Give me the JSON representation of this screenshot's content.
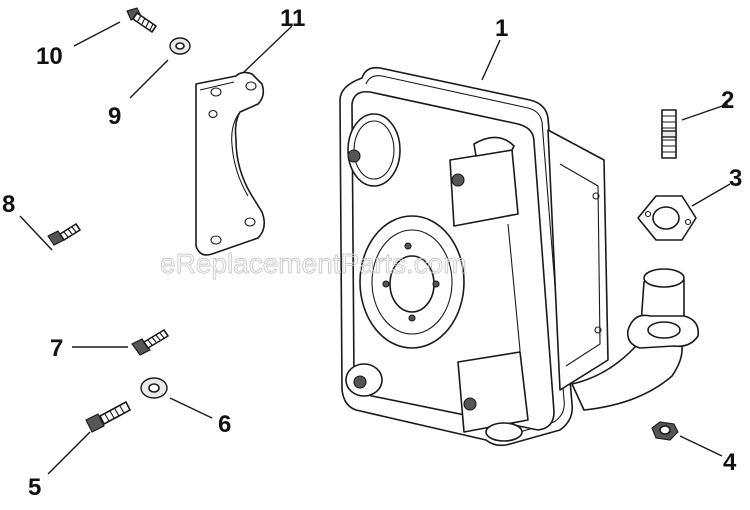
{
  "watermark": "eReplacementParts.com",
  "callouts": [
    {
      "number": "1",
      "part": "muffler"
    },
    {
      "number": "2",
      "part": "stud"
    },
    {
      "number": "3",
      "part": "gasket"
    },
    {
      "number": "4",
      "part": "nut"
    },
    {
      "number": "5",
      "part": "screw"
    },
    {
      "number": "6",
      "part": "washer"
    },
    {
      "number": "7",
      "part": "screw"
    },
    {
      "number": "8",
      "part": "screw"
    },
    {
      "number": "9",
      "part": "washer"
    },
    {
      "number": "10",
      "part": "screw"
    },
    {
      "number": "11",
      "part": "bracket"
    }
  ],
  "colors": {
    "line": "#1a1a1a",
    "watermark": "#c8c8c8",
    "background": "#ffffff"
  }
}
